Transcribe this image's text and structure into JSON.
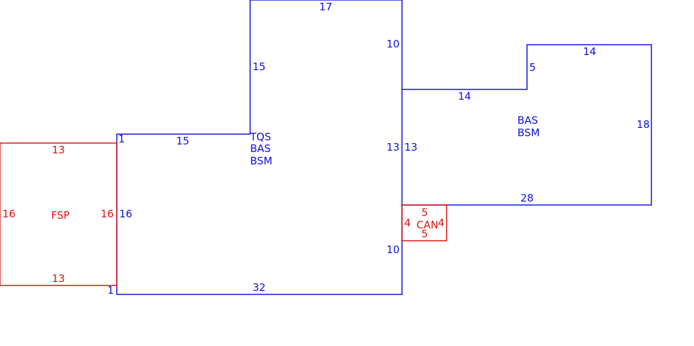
{
  "colors": {
    "building": "#1010e0",
    "porch": "#e01010",
    "background": "#ffffff"
  },
  "areas": [
    {
      "id": "tqs",
      "codes": [
        "TQS",
        "BAS",
        "BSM"
      ],
      "color": "#1010e0"
    },
    {
      "id": "right",
      "codes": [
        "BAS",
        "BSM"
      ],
      "color": "#1010e0"
    },
    {
      "id": "fsp",
      "codes": [
        "FSP"
      ],
      "color": "#e01010"
    },
    {
      "id": "can",
      "codes": [
        "CAN"
      ],
      "color": "#e01010"
    }
  ],
  "dimensions": {
    "upper_top": "17",
    "upper_left": "15",
    "upper_right": "10",
    "main_top": "15",
    "main_bottom": "32",
    "main_left": "16",
    "main_right_lower": "10",
    "shared_wall_left": "13",
    "shared_wall_right": "13",
    "corner_top": "1",
    "corner_bottom": "1",
    "right_step_top": "14",
    "right_notch": "5",
    "right_top": "14",
    "right_side": "18",
    "right_bottom": "28",
    "fsp_top": "13",
    "fsp_bottom": "13",
    "fsp_left": "16",
    "fsp_right": "16",
    "can_top": "5",
    "can_bottom": "5",
    "can_left": "4",
    "can_right": "4"
  }
}
